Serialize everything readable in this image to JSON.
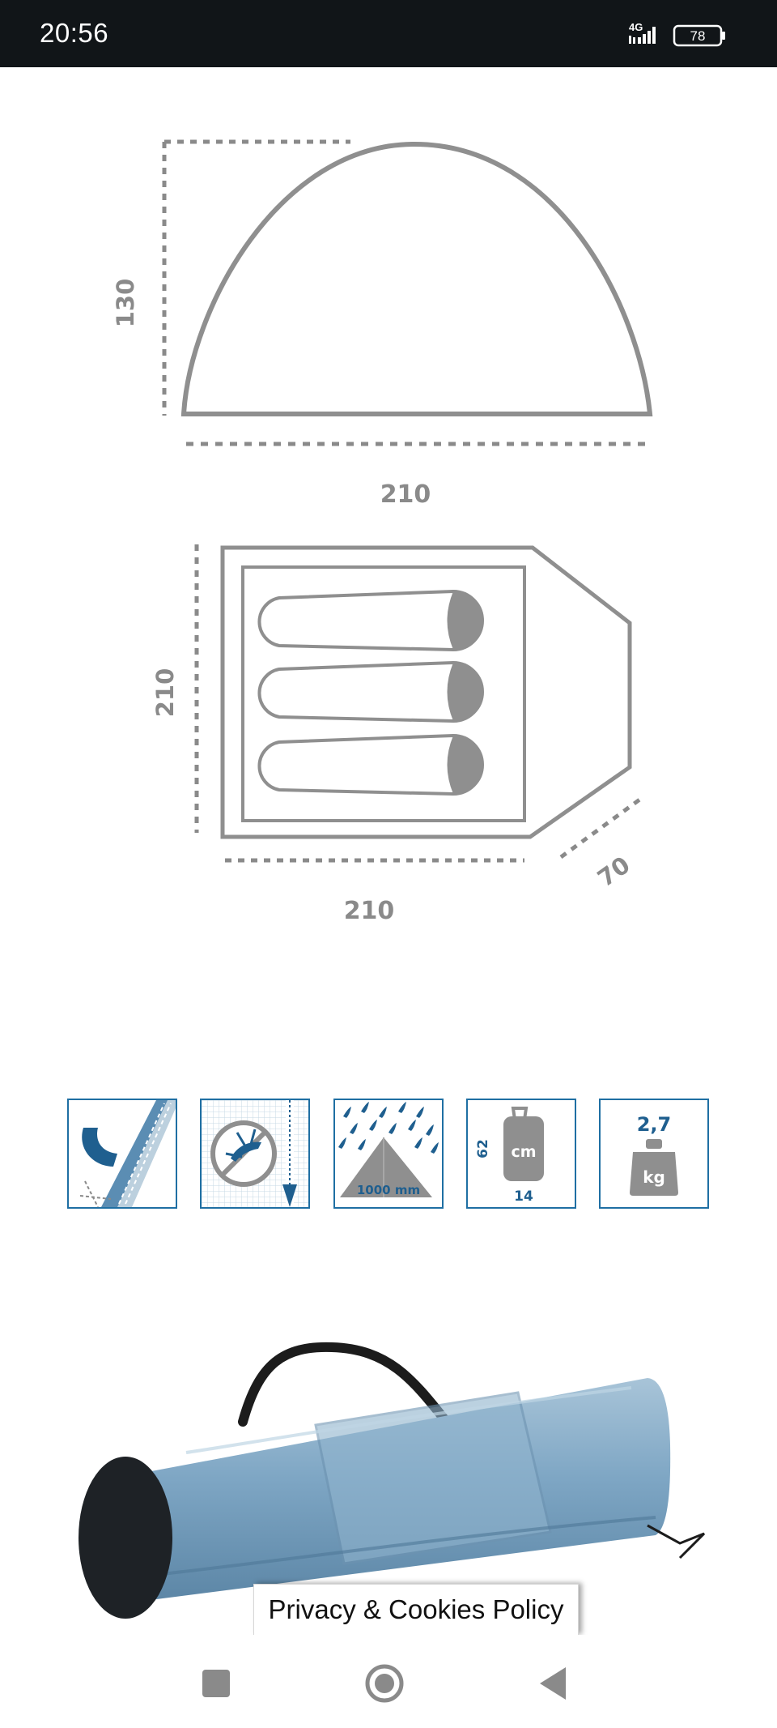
{
  "status_bar": {
    "time": "20:56",
    "network": "4G",
    "battery": "78"
  },
  "tent_side_view": {
    "height_label": "130",
    "width_label": "210"
  },
  "tent_floor_plan": {
    "depth_label": "210",
    "width_label": "210",
    "vestibule_label": "70"
  },
  "features": [
    {
      "name": "stitching-icon"
    },
    {
      "name": "mosquito-net-icon"
    },
    {
      "name": "waterproof-icon",
      "label": "1000 mm"
    },
    {
      "name": "pack-size-icon",
      "height": "62",
      "unit": "cm",
      "diameter": "14"
    },
    {
      "name": "weight-icon",
      "value": "2,7",
      "unit": "kg"
    }
  ],
  "privacy_link": {
    "label": "Privacy & Cookies Policy"
  },
  "nav": {
    "buttons": [
      "recent-apps-button",
      "home-button",
      "back-button"
    ]
  },
  "colors": {
    "diagram_gray": "#8a8a8a",
    "feature_blue": "#1f6fa3",
    "bag_blue": "#7aa3c2",
    "status_bar_bg": "#111518"
  }
}
